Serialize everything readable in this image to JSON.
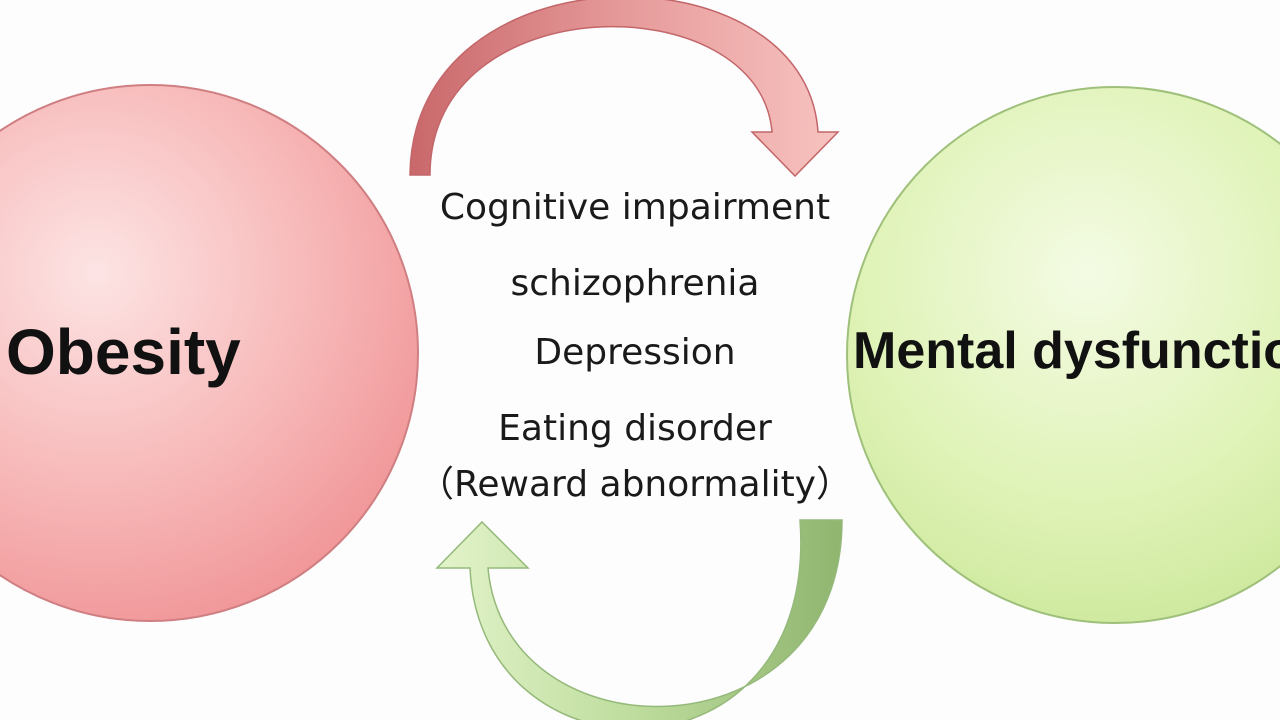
{
  "nodes": {
    "left": {
      "label": "Obesity",
      "color": "#f4a6a6"
    },
    "right": {
      "label": "Mental dysfunction",
      "color": "#d8f0a8"
    }
  },
  "conditions": [
    "Cognitive impairment",
    "schizophrenia",
    "Depression",
    "Eating disorder",
    "（Reward abnormality）"
  ],
  "arrows": {
    "top": {
      "direction": "left-to-right",
      "color": "#e28a8a"
    },
    "bottom": {
      "direction": "right-to-left",
      "color": "#b7d89a"
    }
  }
}
